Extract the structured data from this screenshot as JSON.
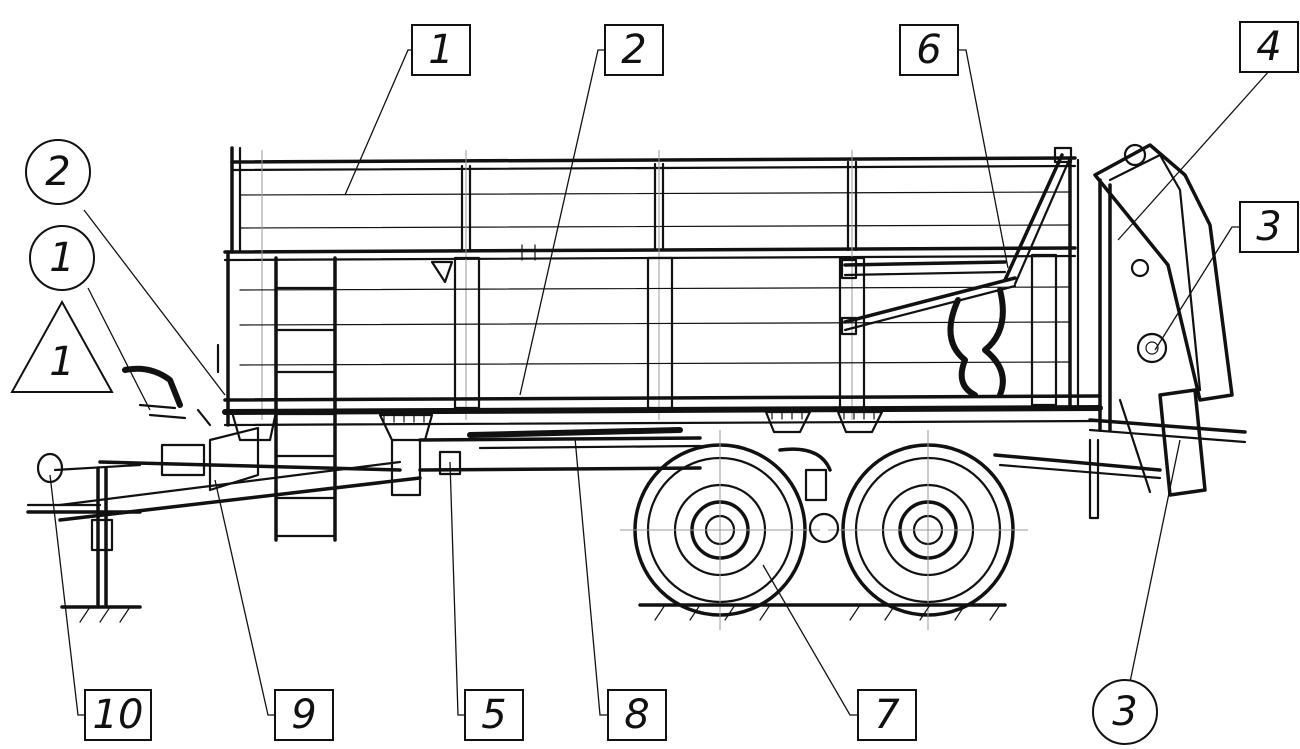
{
  "callouts": {
    "box_1": "1",
    "box_2": "2",
    "box_6": "6",
    "box_4": "4",
    "box_3": "3",
    "box_10": "10",
    "box_9": "9",
    "box_5": "5",
    "box_8": "8",
    "box_7": "7",
    "circle_2": "2",
    "circle_1": "1",
    "triangle_1": "1",
    "circle_3": "3"
  }
}
